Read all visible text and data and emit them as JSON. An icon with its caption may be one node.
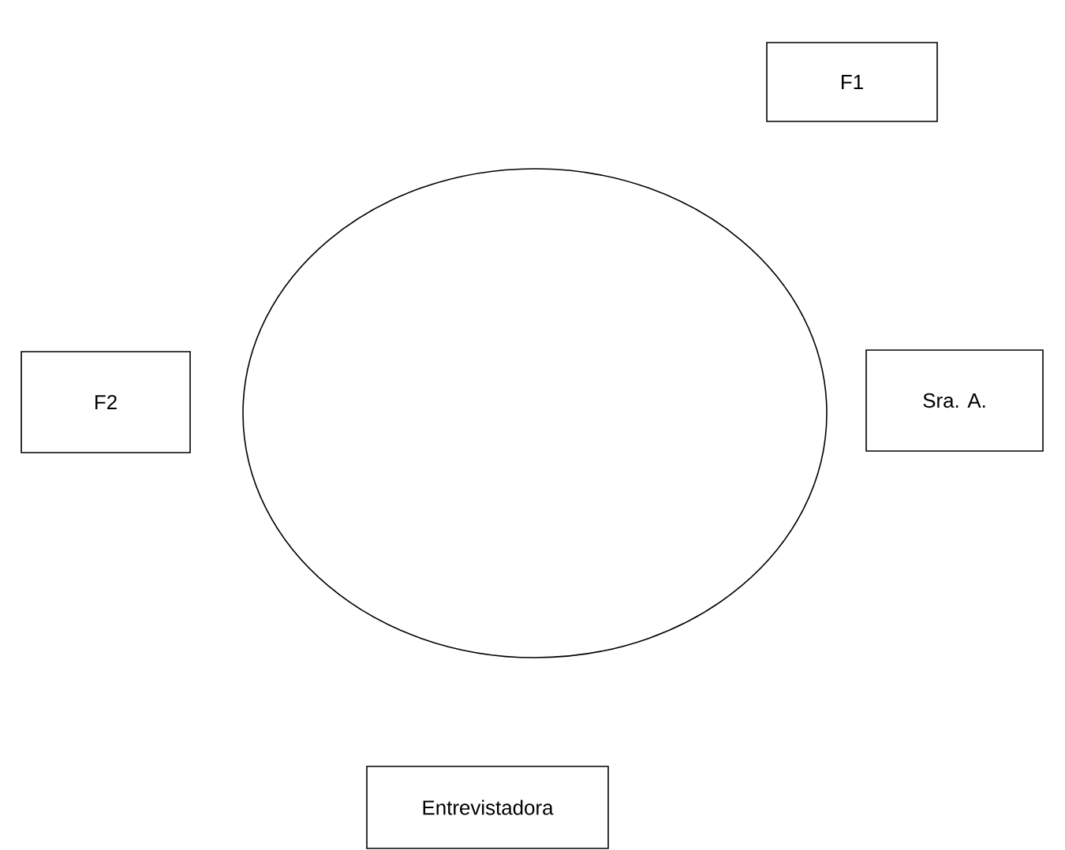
{
  "diagram": {
    "nodes": [
      {
        "text": [
          "F1"
        ]
      },
      {
        "text": [],
        "shape": "circle"
      },
      {
        "text": [
          "F2"
        ]
      },
      {
        "text": [
          "Sra. A."
        ]
      },
      {
        "text": [
          "Entrevistadora"
        ]
      }
    ]
  }
}
